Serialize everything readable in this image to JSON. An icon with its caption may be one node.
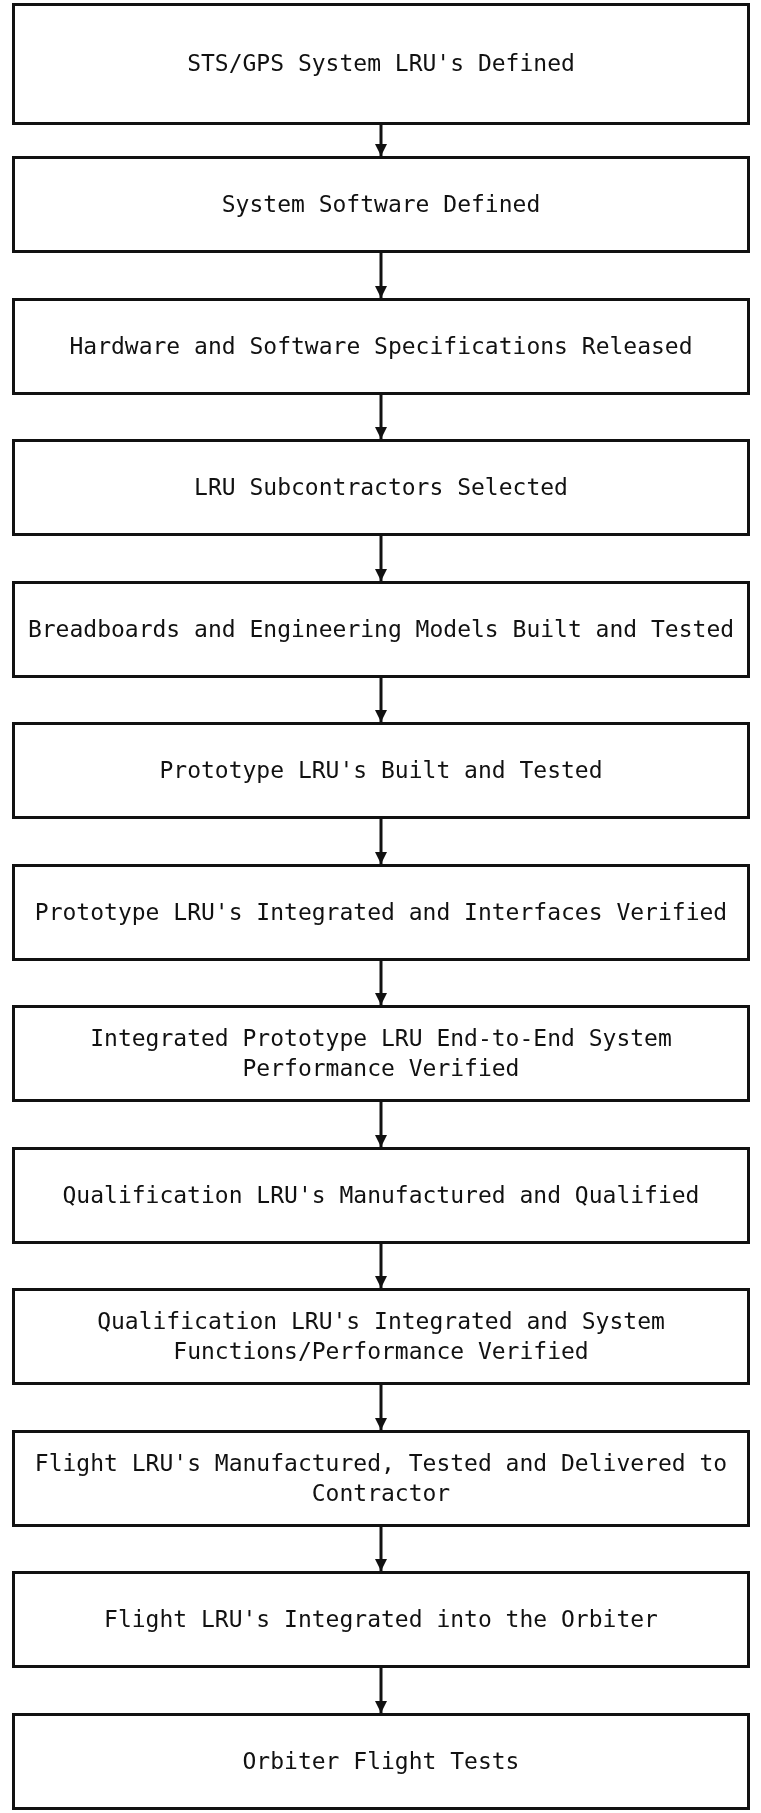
{
  "diagram": {
    "nodes": [
      {
        "text": [
          "STS/GPS System LRU's Defined"
        ]
      },
      {
        "text": [
          "System Software Defined"
        ]
      },
      {
        "text": [
          "Hardware and Software Specifications Released"
        ]
      },
      {
        "text": [
          "LRU Subcontractors Selected"
        ]
      },
      {
        "text": [
          "Breadboards and Engineering Models Built and Tested"
        ]
      },
      {
        "text": [
          "Prototype LRU's Built and Tested"
        ]
      },
      {
        "text": [
          "Prototype LRU's Integrated and Interfaces Verified"
        ]
      },
      {
        "text": [
          "Integrated Prototype LRU End-to-End System Performance Verified"
        ]
      },
      {
        "text": [
          "Qualification LRU's Manufactured and Qualified"
        ]
      },
      {
        "text": [
          "Qualification LRU's Integrated and System Functions/Performance Verified"
        ]
      },
      {
        "text": [
          "Flight LRU's Manufactured, Tested and Delivered to Contractor"
        ]
      },
      {
        "text": [
          "Flight LRU's Integrated into the Orbiter"
        ]
      },
      {
        "text": [
          "Orbiter Flight Tests"
        ]
      }
    ],
    "edges": [
      {
        "from": 0,
        "to": 1,
        "arrow": "to"
      },
      {
        "from": 1,
        "to": 2,
        "arrow": "to"
      },
      {
        "from": 2,
        "to": 3,
        "arrow": "to"
      },
      {
        "from": 3,
        "to": 4,
        "arrow": "to"
      },
      {
        "from": 4,
        "to": 5,
        "arrow": "to"
      },
      {
        "from": 5,
        "to": 6,
        "arrow": "to"
      },
      {
        "from": 6,
        "to": 7,
        "arrow": "to"
      },
      {
        "from": 7,
        "to": 8,
        "arrow": "to"
      },
      {
        "from": 8,
        "to": 9,
        "arrow": "to"
      },
      {
        "from": 9,
        "to": 10,
        "arrow": "to"
      },
      {
        "from": 10,
        "to": 11,
        "arrow": "to"
      },
      {
        "from": 11,
        "to": 12,
        "arrow": "to"
      }
    ]
  }
}
